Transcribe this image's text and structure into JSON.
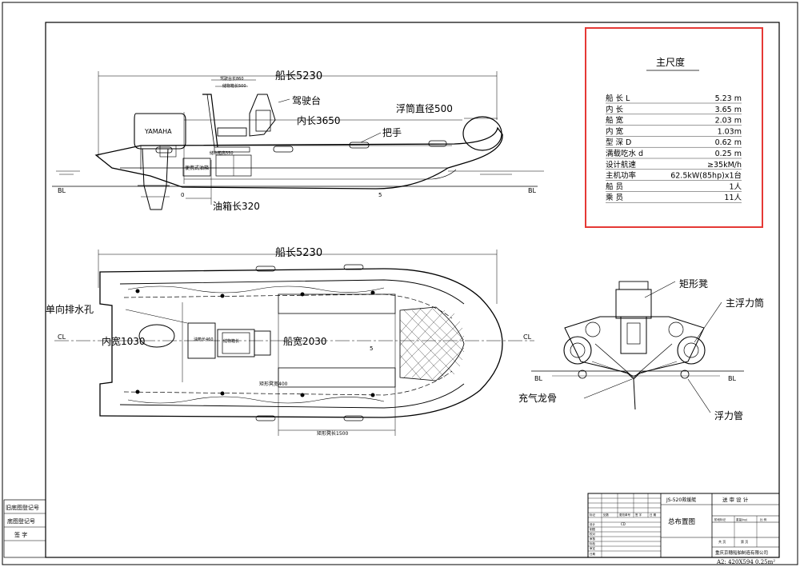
{
  "side_view": {
    "boat_length": "船长5230",
    "console_length": "驾驶台长860",
    "storage_length_500": "储物箱长500",
    "storage_height": "储物箱高550",
    "console_label": "驾驶台",
    "inner_length": "内长3650",
    "tube_diameter": "浮筒直径500",
    "handle_label": "把手",
    "fuel_tank_length": "油箱长320",
    "engine_brand": "YAMAHA",
    "box_label": "便携式油箱",
    "baseline": "BL",
    "station_0": "0",
    "station_5": "5",
    "station_end": "BL"
  },
  "plan_view": {
    "boat_length": "船长5230",
    "drain_label": "单向排水孔",
    "centerline": "CL",
    "centerline_right": "CL",
    "inner_width": "内宽1030",
    "boat_width": "船宽2030",
    "drawer_460": "油箱长460",
    "storage_box": "储物箱长",
    "bench_width": "矩形凳宽400",
    "bench_length": "矩形凳长1500",
    "station_5": "5"
  },
  "section_view": {
    "bench_label": "矩形凳",
    "main_tube": "主浮力筒",
    "keel_label": "充气龙骨",
    "float_tube": "浮力管",
    "bl_left": "BL",
    "bl_right": "BL"
  },
  "dimensions_table": {
    "title": "主尺度",
    "rows": [
      {
        "label": "船 长 L",
        "value": "5.23 m"
      },
      {
        "label": "内 长",
        "value": "3.65 m"
      },
      {
        "label": "船 宽",
        "value": "2.03 m"
      },
      {
        "label": "内 宽",
        "value": "1.03m"
      },
      {
        "label": "型 深 D",
        "value": "0.62 m"
      },
      {
        "label": "满载吃水 d",
        "value": "0.25 m"
      },
      {
        "label": "设计航速",
        "value": "≥35kM/h"
      },
      {
        "label": "主机功率",
        "value": "62.5kW(85hp)x1台"
      },
      {
        "label": "船 员",
        "value": "1人"
      },
      {
        "label": "乘 员",
        "value": "11人"
      }
    ],
    "highlight_color": "#e53935"
  },
  "side_stamp": {
    "row1": "旧底图登记号",
    "row2": "底图登记号",
    "row3": "签 字"
  },
  "title_block": {
    "project": "JS-520救援艇",
    "design_stage": "送 审 设 计",
    "drawing_name": "总布置图",
    "company": "重庆京穗船舶制造有限公司",
    "format": "A2: 420X594 0.25m²",
    "col_stage": "阶段标记",
    "col_weight": "重量(kg)",
    "col_scale": "比 例",
    "row_total": "共 页",
    "row_sheet": "第 页",
    "small_tag": "CD",
    "lh_marker": "标记",
    "lh_qty": "处数",
    "lh_file": "更改单号",
    "lh_sign": "签 字",
    "lh_date": "日 期",
    "lh_design": "设计",
    "lh_draw": "制图",
    "lh_check": "校对",
    "lh_audit": "审核",
    "lh_std": "标检",
    "lh_approve": "审定",
    "lh_date2": "日期"
  }
}
